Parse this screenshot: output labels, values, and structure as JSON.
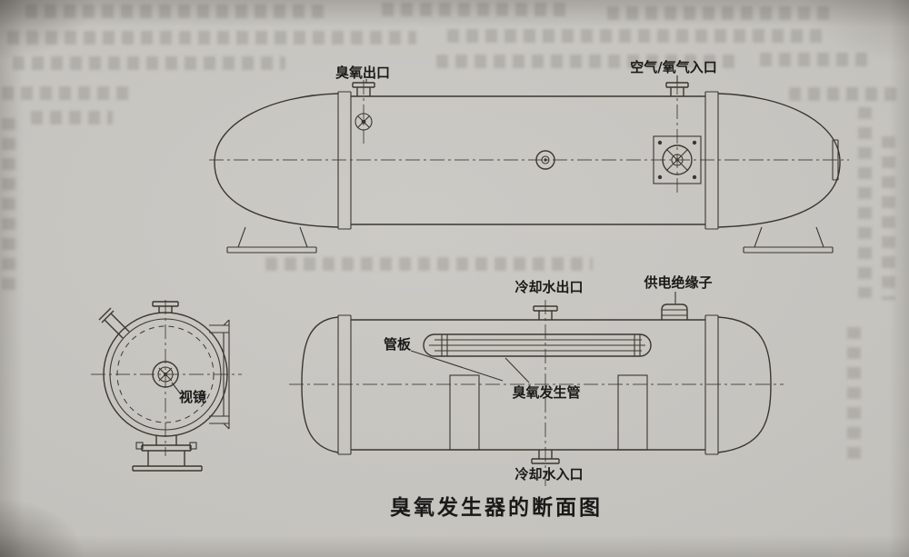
{
  "page": {
    "caption": "臭氧发生器的断面图"
  },
  "labels": {
    "ozone_outlet": "臭氧出口",
    "air_oxygen_inlet": "空气/氧气入口",
    "cooling_water_outlet": "冷却水出口",
    "power_insulator": "供电绝缘子",
    "tube_plate": "管板",
    "ozone_tube": "臭氧发生管",
    "cooling_water_inlet": "冷却水入口",
    "sight_glass": "视镜"
  },
  "colors": {
    "paper": "#c4c2bd",
    "line_ink": "#3a372f",
    "label_ink": "#1b1a18"
  }
}
